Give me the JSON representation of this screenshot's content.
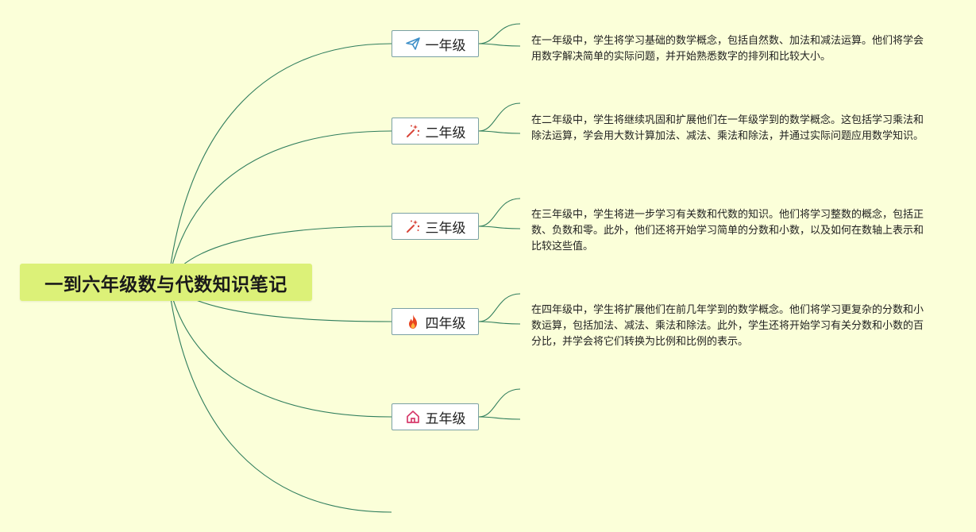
{
  "root": {
    "title": "一到六年级数与代数知识笔记"
  },
  "branches": [
    {
      "label": "一年级",
      "icon": "paper-plane-icon",
      "icon_color": "#3d8fc8",
      "note": "在一年级中，学生将学习基础的数学概念，包括自然数、加法和减法运算。他们将学会用数字解决简单的实际问题，并开始熟悉数字的排列和比较大小。"
    },
    {
      "label": "二年级",
      "icon": "magic-wand-icon",
      "icon_color": "#d8463a",
      "note": "在二年级中，学生将继续巩固和扩展他们在一年级学到的数学概念。这包括学习乘法和除法运算，学会用大数计算加法、减法、乘法和除法，并通过实际问题应用数学知识。"
    },
    {
      "label": "三年级",
      "icon": "magic-wand-icon",
      "icon_color": "#d8463a",
      "note": "在三年级中，学生将进一步学习有关数和代数的知识。他们将学习整数的概念，包括正数、负数和零。此外，他们还将开始学习简单的分数和小数，以及如何在数轴上表示和比较这些值。"
    },
    {
      "label": "四年级",
      "icon": "fire-icon",
      "icon_color": "#e8431f",
      "note": "在四年级中，学生将扩展他们在前几年学到的数学概念。他们将学习更复杂的分数和小数运算，包括加法、减法、乘法和除法。此外，学生还将开始学习有关分数和小数的百分比，并学会将它们转换为比例和比例的表示。"
    },
    {
      "label": "五年级",
      "icon": "home-icon",
      "icon_color": "#d63a6b",
      "note": ""
    }
  ],
  "colors": {
    "background": "#fbffd9",
    "link": "#2f7d5c",
    "root_fill": "#dcf178",
    "branch_border": "#7aa0a4"
  }
}
